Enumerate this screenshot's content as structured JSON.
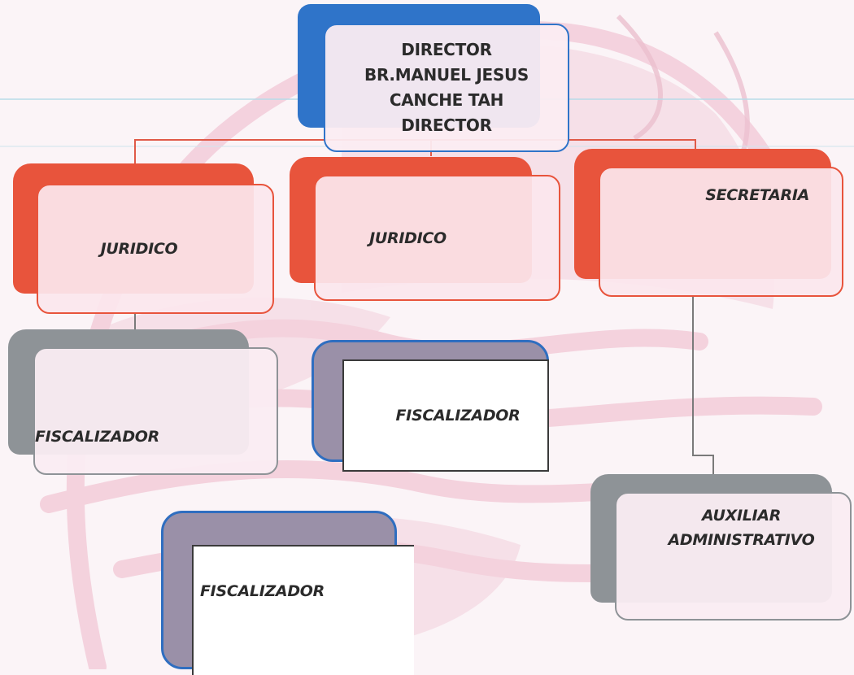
{
  "director": {
    "lines": [
      "DIRECTOR",
      "BR.MANUEL JESUS",
      "CANCHE TAH",
      "DIRECTOR"
    ]
  },
  "juridico_1": {
    "label": "JURIDICO"
  },
  "juridico_2": {
    "label": "JURIDICO"
  },
  "secretaria": {
    "label": "SECRETARIA"
  },
  "fiscalizador_1": {
    "label": "FISCALIZADOR"
  },
  "fiscalizador_2": {
    "label": "FISCALIZADOR"
  },
  "fiscalizador_3": {
    "label": "FISCALIZADOR"
  },
  "auxiliar": {
    "lines": [
      "AUXILIAR",
      "ADMINISTRATIVO"
    ]
  },
  "colors": {
    "director": "#2f74c9",
    "red": "#e8543c",
    "grey": "#8e9397",
    "blue_frame": "#2f6ec0",
    "connector_red": "#e05a48",
    "connector_grey": "#7a7a7a"
  }
}
